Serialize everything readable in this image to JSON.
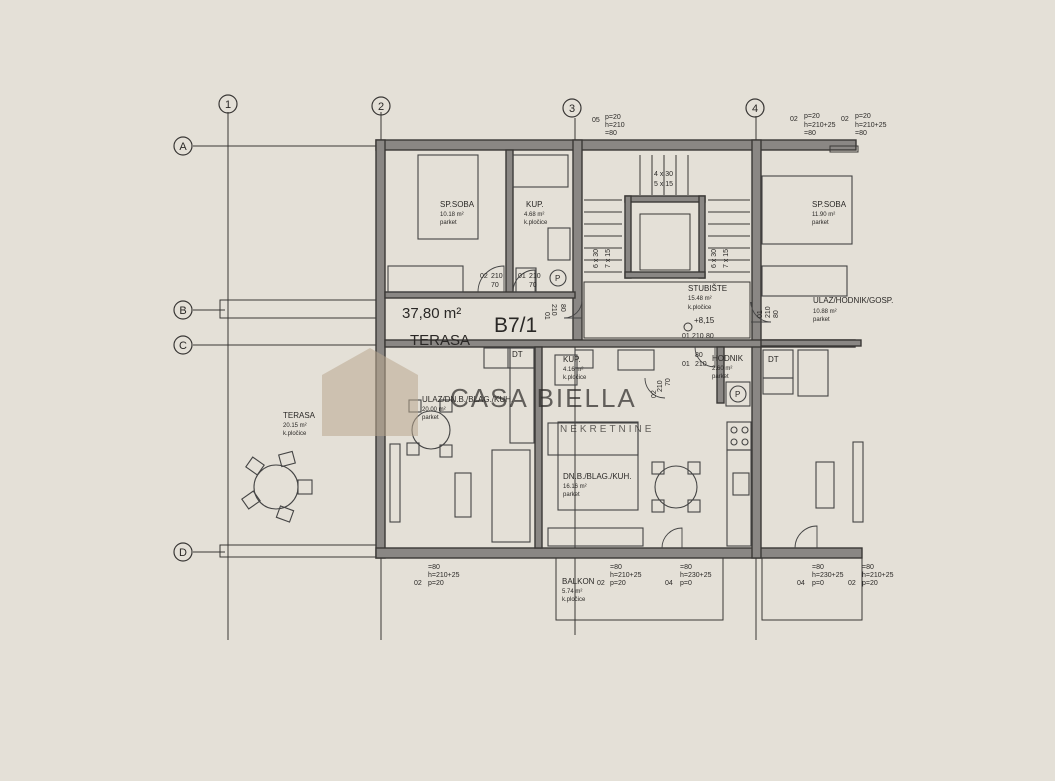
{
  "colors": {
    "paper": "#e4e0d7",
    "wall": "#8a8784",
    "line": "#3a3836",
    "watermark": "#b9a88f"
  },
  "axes": {
    "v": [
      "1",
      "2",
      "3",
      "4"
    ],
    "h": [
      "A",
      "B",
      "C",
      "D"
    ]
  },
  "unit": {
    "area": "37,80 m²",
    "label": "B7/1",
    "terrace": "TERASA"
  },
  "rooms": {
    "spsoba1": {
      "name": "SP.SOBA",
      "area": "10.18 m²",
      "floor": "parket"
    },
    "kup1": {
      "name": "KUP.",
      "area": "4.68 m²",
      "floor": "k.pločice"
    },
    "stubiste": {
      "name": "STUBIŠTE",
      "area": "15.48 m²",
      "floor": "k.pločice"
    },
    "spsoba2": {
      "name": "SP.SOBA",
      "area": "11.90 m²",
      "floor": "parket"
    },
    "ulazhodnik": {
      "name": "ULAZ/HODNIK/GOSP.",
      "area": "10.88 m²",
      "floor": "parket"
    },
    "terasa": {
      "name": "TERASA",
      "area": "20.15 m²",
      "floor": "k.pločice"
    },
    "ulazdn": {
      "name": "ULAZ/DN.B./BLAG./KUH.",
      "area": "20.00 m²",
      "floor": "parket"
    },
    "kup2": {
      "name": "KUP.",
      "area": "4.16 m²",
      "floor": "k.pločice"
    },
    "hodnik": {
      "name": "HODNIK",
      "area": "2.60 m²",
      "floor": "parket"
    },
    "dnbl": {
      "name": "DN.B./BLAG./KUH.",
      "area": "16.16 m²",
      "floor": "parket"
    },
    "balkon": {
      "name": "BALKON",
      "area": "5.74 m²",
      "floor": "k.pločice"
    }
  },
  "annotations": {
    "stairs_top1": "4 x 30",
    "stairs_top2": "5 x 15",
    "stairs_left1": "6 x 30",
    "stairs_left2": "7 x 15",
    "stairs_right1": "6 x 30",
    "stairs_right2": "7 x 15",
    "level": "+8,15",
    "d1_top": "05",
    "d1_b": "p=20",
    "d1_c": "h=210",
    "d1_d": "=80",
    "d2_top": "02",
    "d2_b": "p=20",
    "d2_c": "h=210+25",
    "d2_d": "=80",
    "d3_top": "02",
    "d3_b": "p=20",
    "d3_c": "h=210+25",
    "d3_d": "=80",
    "door_a": "02",
    "door_a1": "210",
    "door_a2": "70",
    "door_b": "01",
    "door_b1": "210",
    "door_b2": "70",
    "door_c": "01",
    "door_c1": "210",
    "door_c2": "80",
    "door_d": "02",
    "door_d1": "210",
    "door_d2": "70",
    "door_e": "01",
    "door_e1": "80",
    "door_e2": "210",
    "door_f": "01",
    "door_f1": "210",
    "door_f2": "80",
    "door_g": "01",
    "door_g1": "210",
    "door_g2": "80",
    "bot1_a": "=80",
    "bot1_b": "h=210+25",
    "bot1_c": "02",
    "bot1_d": "p=20",
    "bot2_a": "=80",
    "bot2_b": "h=210+25",
    "bot2_c": "02",
    "bot2_d": "p=20",
    "bot3_a": "=80",
    "bot3_b": "h=230+25",
    "bot3_c": "04",
    "bot3_d": "p=0",
    "bot4_a": "=80",
    "bot4_b": "h=230+25",
    "bot4_c": "04",
    "bot4_d": "p=0",
    "bot5_a": "=80",
    "bot5_b": "h=210+25",
    "bot5_c": "02",
    "bot5_d": "p=20"
  },
  "symbols": {
    "dt": "DT",
    "p": "P"
  },
  "watermark": {
    "brand": "CASA BIELLA",
    "sub": "NEKRETNINE"
  }
}
